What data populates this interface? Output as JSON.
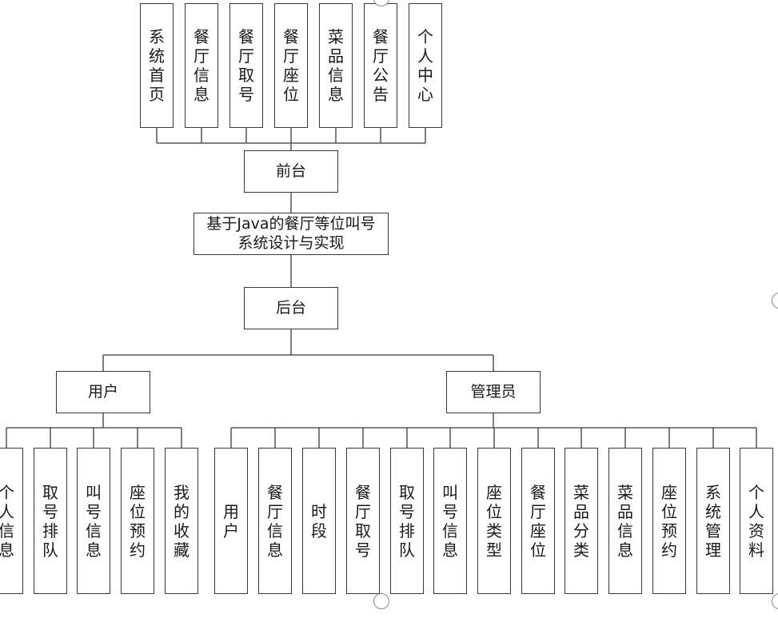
{
  "root": "基于Java的餐厅等位叫号系统设计与实现",
  "frontend": {
    "label": "前台",
    "items": [
      "系统首页",
      "餐厅信息",
      "餐厅取号",
      "餐厅座位",
      "菜品信息",
      "餐厅公告",
      "个人中心"
    ]
  },
  "backend": {
    "label": "后台",
    "user": {
      "label": "用户",
      "items": [
        "个人信息",
        "取号排队",
        "叫号信息",
        "座位预约",
        "我的收藏"
      ]
    },
    "admin": {
      "label": "管理员",
      "items": [
        "用户",
        "餐厅信息",
        "时段",
        "餐厅取号",
        "取号排队",
        "叫号信息",
        "座位类型",
        "餐厅座位",
        "菜品分类",
        "菜品信息",
        "座位预约",
        "系统管理",
        "个人资料"
      ]
    }
  }
}
